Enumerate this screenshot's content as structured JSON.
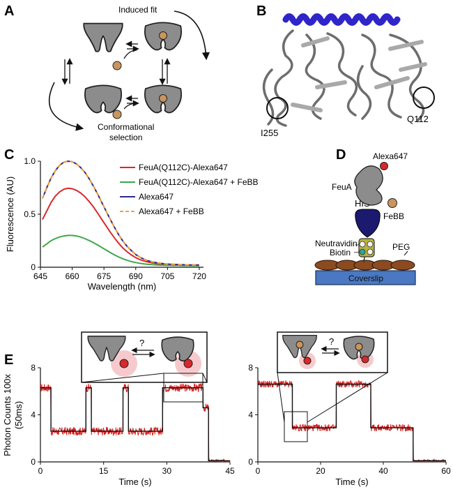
{
  "panels": {
    "A": {
      "label": "A",
      "induced_fit": "Induced fit",
      "conformational_selection_line1": "Conformational",
      "conformational_selection_line2": "selection"
    },
    "B": {
      "label": "B",
      "site_left": "I255",
      "site_right": "Q112"
    },
    "C": {
      "label": "C"
    },
    "D": {
      "label": "D",
      "dye": "Alexa647",
      "protein": "FeuA",
      "tag": "HIS",
      "ligand": "FeBB",
      "neutravidin": "Neutravidin",
      "biotin": "Biotin",
      "peg": "PEG",
      "coverslip": "Coverslip"
    },
    "E": {
      "label": "E",
      "inset_question": "?"
    }
  },
  "colors": {
    "protein_gray": "#8c8c8c",
    "ligand_brown": "#c9955e",
    "dye_red": "#d8282b",
    "helix_blue": "#2f25c9",
    "his_navy": "#1c1a6e",
    "trace_red": "#d22020",
    "coverslip_blue": "#4a78c2",
    "peg_brown": "#8b4a20"
  },
  "chart_data": [
    {
      "type": "line",
      "id": "C",
      "xlabel": "Wavelength (nm)",
      "ylabel": "Fluorescence (AU)",
      "xlim": [
        645,
        722
      ],
      "ylim": [
        0,
        1.0
      ],
      "xticks": [
        645,
        660,
        675,
        690,
        705,
        720
      ],
      "yticks": [
        0,
        0.5,
        1.0
      ],
      "xtick_labels": [
        "645",
        "660",
        "675",
        "690",
        "705",
        "720"
      ],
      "ytick_labels": [
        "0",
        "0.5",
        "1.0"
      ],
      "legend_position": "top-right",
      "x": [
        646,
        648,
        650,
        652,
        654,
        656,
        658,
        660,
        662,
        664,
        666,
        668,
        670,
        672,
        674,
        676,
        678,
        680,
        682,
        684,
        686,
        688,
        690,
        692,
        694,
        696,
        698,
        700,
        702,
        704,
        706,
        708,
        710,
        712,
        714,
        716,
        718,
        720
      ],
      "series": [
        {
          "name": "FeuA(Q112C)-Alexa647",
          "color": "#d8282b",
          "dash": false,
          "values": [
            0.45,
            0.53,
            0.61,
            0.67,
            0.71,
            0.735,
            0.745,
            0.74,
            0.725,
            0.7,
            0.665,
            0.62,
            0.57,
            0.51,
            0.45,
            0.39,
            0.33,
            0.275,
            0.225,
            0.18,
            0.145,
            0.115,
            0.09,
            0.072,
            0.058,
            0.048,
            0.04,
            0.034,
            0.03,
            0.027,
            0.025,
            0.023,
            0.022,
            0.021,
            0.02,
            0.02,
            0.02,
            0.02
          ]
        },
        {
          "name": "FeuA(Q112C)-Alexa647 + FeBB",
          "color": "#3fa64a",
          "dash": false,
          "values": [
            0.19,
            0.22,
            0.25,
            0.27,
            0.285,
            0.295,
            0.3,
            0.3,
            0.295,
            0.285,
            0.27,
            0.252,
            0.232,
            0.21,
            0.186,
            0.162,
            0.138,
            0.116,
            0.096,
            0.079,
            0.065,
            0.053,
            0.044,
            0.037,
            0.031,
            0.027,
            0.024,
            0.022,
            0.02,
            0.019,
            0.018,
            0.017,
            0.017,
            0.016,
            0.016,
            0.016,
            0.015,
            0.015
          ]
        },
        {
          "name": "Alexa647",
          "color": "#2c2a8c",
          "dash": false,
          "values": [
            0.65,
            0.75,
            0.84,
            0.91,
            0.96,
            0.99,
            1.0,
            0.995,
            0.975,
            0.94,
            0.895,
            0.835,
            0.765,
            0.69,
            0.61,
            0.53,
            0.45,
            0.375,
            0.305,
            0.245,
            0.195,
            0.155,
            0.12,
            0.095,
            0.075,
            0.06,
            0.05,
            0.042,
            0.036,
            0.032,
            0.029,
            0.027,
            0.025,
            0.024,
            0.023,
            0.022,
            0.022,
            0.021
          ]
        },
        {
          "name": "Alexa647 + FeBB",
          "color": "#f0a03a",
          "dash": true,
          "values": [
            0.65,
            0.75,
            0.84,
            0.91,
            0.96,
            0.99,
            1.0,
            0.995,
            0.975,
            0.94,
            0.895,
            0.835,
            0.765,
            0.69,
            0.61,
            0.53,
            0.45,
            0.375,
            0.305,
            0.245,
            0.195,
            0.155,
            0.12,
            0.095,
            0.075,
            0.06,
            0.05,
            0.042,
            0.036,
            0.032,
            0.029,
            0.027,
            0.025,
            0.024,
            0.023,
            0.022,
            0.022,
            0.021
          ]
        }
      ]
    },
    {
      "type": "line",
      "id": "E-left",
      "xlabel": "Time (s)",
      "ylabel": "Photon Counts 100x (50ms)",
      "xlim": [
        0,
        45
      ],
      "ylim": [
        0,
        8
      ],
      "xticks": [
        0,
        15,
        30,
        45
      ],
      "yticks": [
        0,
        4,
        8
      ],
      "xtick_labels": [
        "0",
        "15",
        "30",
        "45"
      ],
      "ytick_labels": [
        "0",
        "4",
        "8"
      ],
      "states": [
        {
          "start": 0,
          "end": 2.5,
          "level": 6.3
        },
        {
          "start": 2.5,
          "end": 10.8,
          "level": 2.6
        },
        {
          "start": 10.8,
          "end": 12.1,
          "level": 6.3
        },
        {
          "start": 12.1,
          "end": 19.6,
          "level": 2.6
        },
        {
          "start": 19.6,
          "end": 20.9,
          "level": 6.3
        },
        {
          "start": 20.9,
          "end": 29.0,
          "level": 2.6
        },
        {
          "start": 29.0,
          "end": 38.6,
          "level": 6.3
        },
        {
          "start": 38.6,
          "end": 39.9,
          "level": 4.6
        },
        {
          "start": 39.9,
          "end": 45,
          "level": 0.1
        }
      ],
      "noise": 0.35
    },
    {
      "type": "line",
      "id": "E-right",
      "xlabel": "Time (s)",
      "ylabel": "",
      "xlim": [
        0,
        60
      ],
      "ylim": [
        0,
        8
      ],
      "xticks": [
        0,
        20,
        40,
        60
      ],
      "yticks": [
        0,
        4,
        8
      ],
      "xtick_labels": [
        "0",
        "20",
        "40",
        "60"
      ],
      "ytick_labels": [
        "0",
        "4",
        "8"
      ],
      "states": [
        {
          "start": 0,
          "end": 11.0,
          "level": 6.6
        },
        {
          "start": 11.0,
          "end": 25.0,
          "level": 2.9
        },
        {
          "start": 25.0,
          "end": 36.0,
          "level": 6.6
        },
        {
          "start": 36.0,
          "end": 49.5,
          "level": 2.9
        },
        {
          "start": 49.5,
          "end": 60,
          "level": 0.1
        }
      ],
      "noise": 0.3
    }
  ]
}
